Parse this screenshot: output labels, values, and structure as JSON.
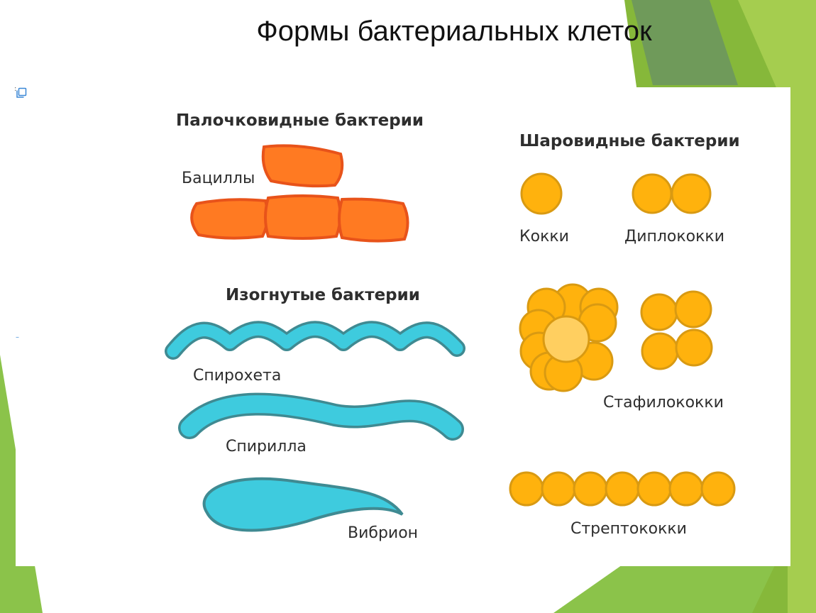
{
  "slide": {
    "title": "Формы бактериальных клеток"
  },
  "headings": {
    "rods": "Палочковидные бактерии",
    "spheres": "Шаровидные бактерии",
    "curved": "Изогнутые бактерии"
  },
  "labels": {
    "bacilli": "Бациллы",
    "cocci": "Кокки",
    "diplococci": "Диплококки",
    "spirochete": "Спирохета",
    "spirilla": "Спирилла",
    "vibrio": "Вибрион",
    "staphylococci": "Стафилококки",
    "streptococci": "Стрептококки"
  },
  "colors": {
    "rod_fill": "#ff7a22",
    "rod_stroke": "#e8531a",
    "coccus_fill": "#ffb20d",
    "coccus_stroke": "#d99a12",
    "coccus_center": "#ffcf60",
    "curved_fill": "#3ecbde",
    "curved_stroke": "#3f8a92",
    "green_accent": "#8bc34a"
  },
  "icons": {
    "copy": "copy-icon"
  }
}
